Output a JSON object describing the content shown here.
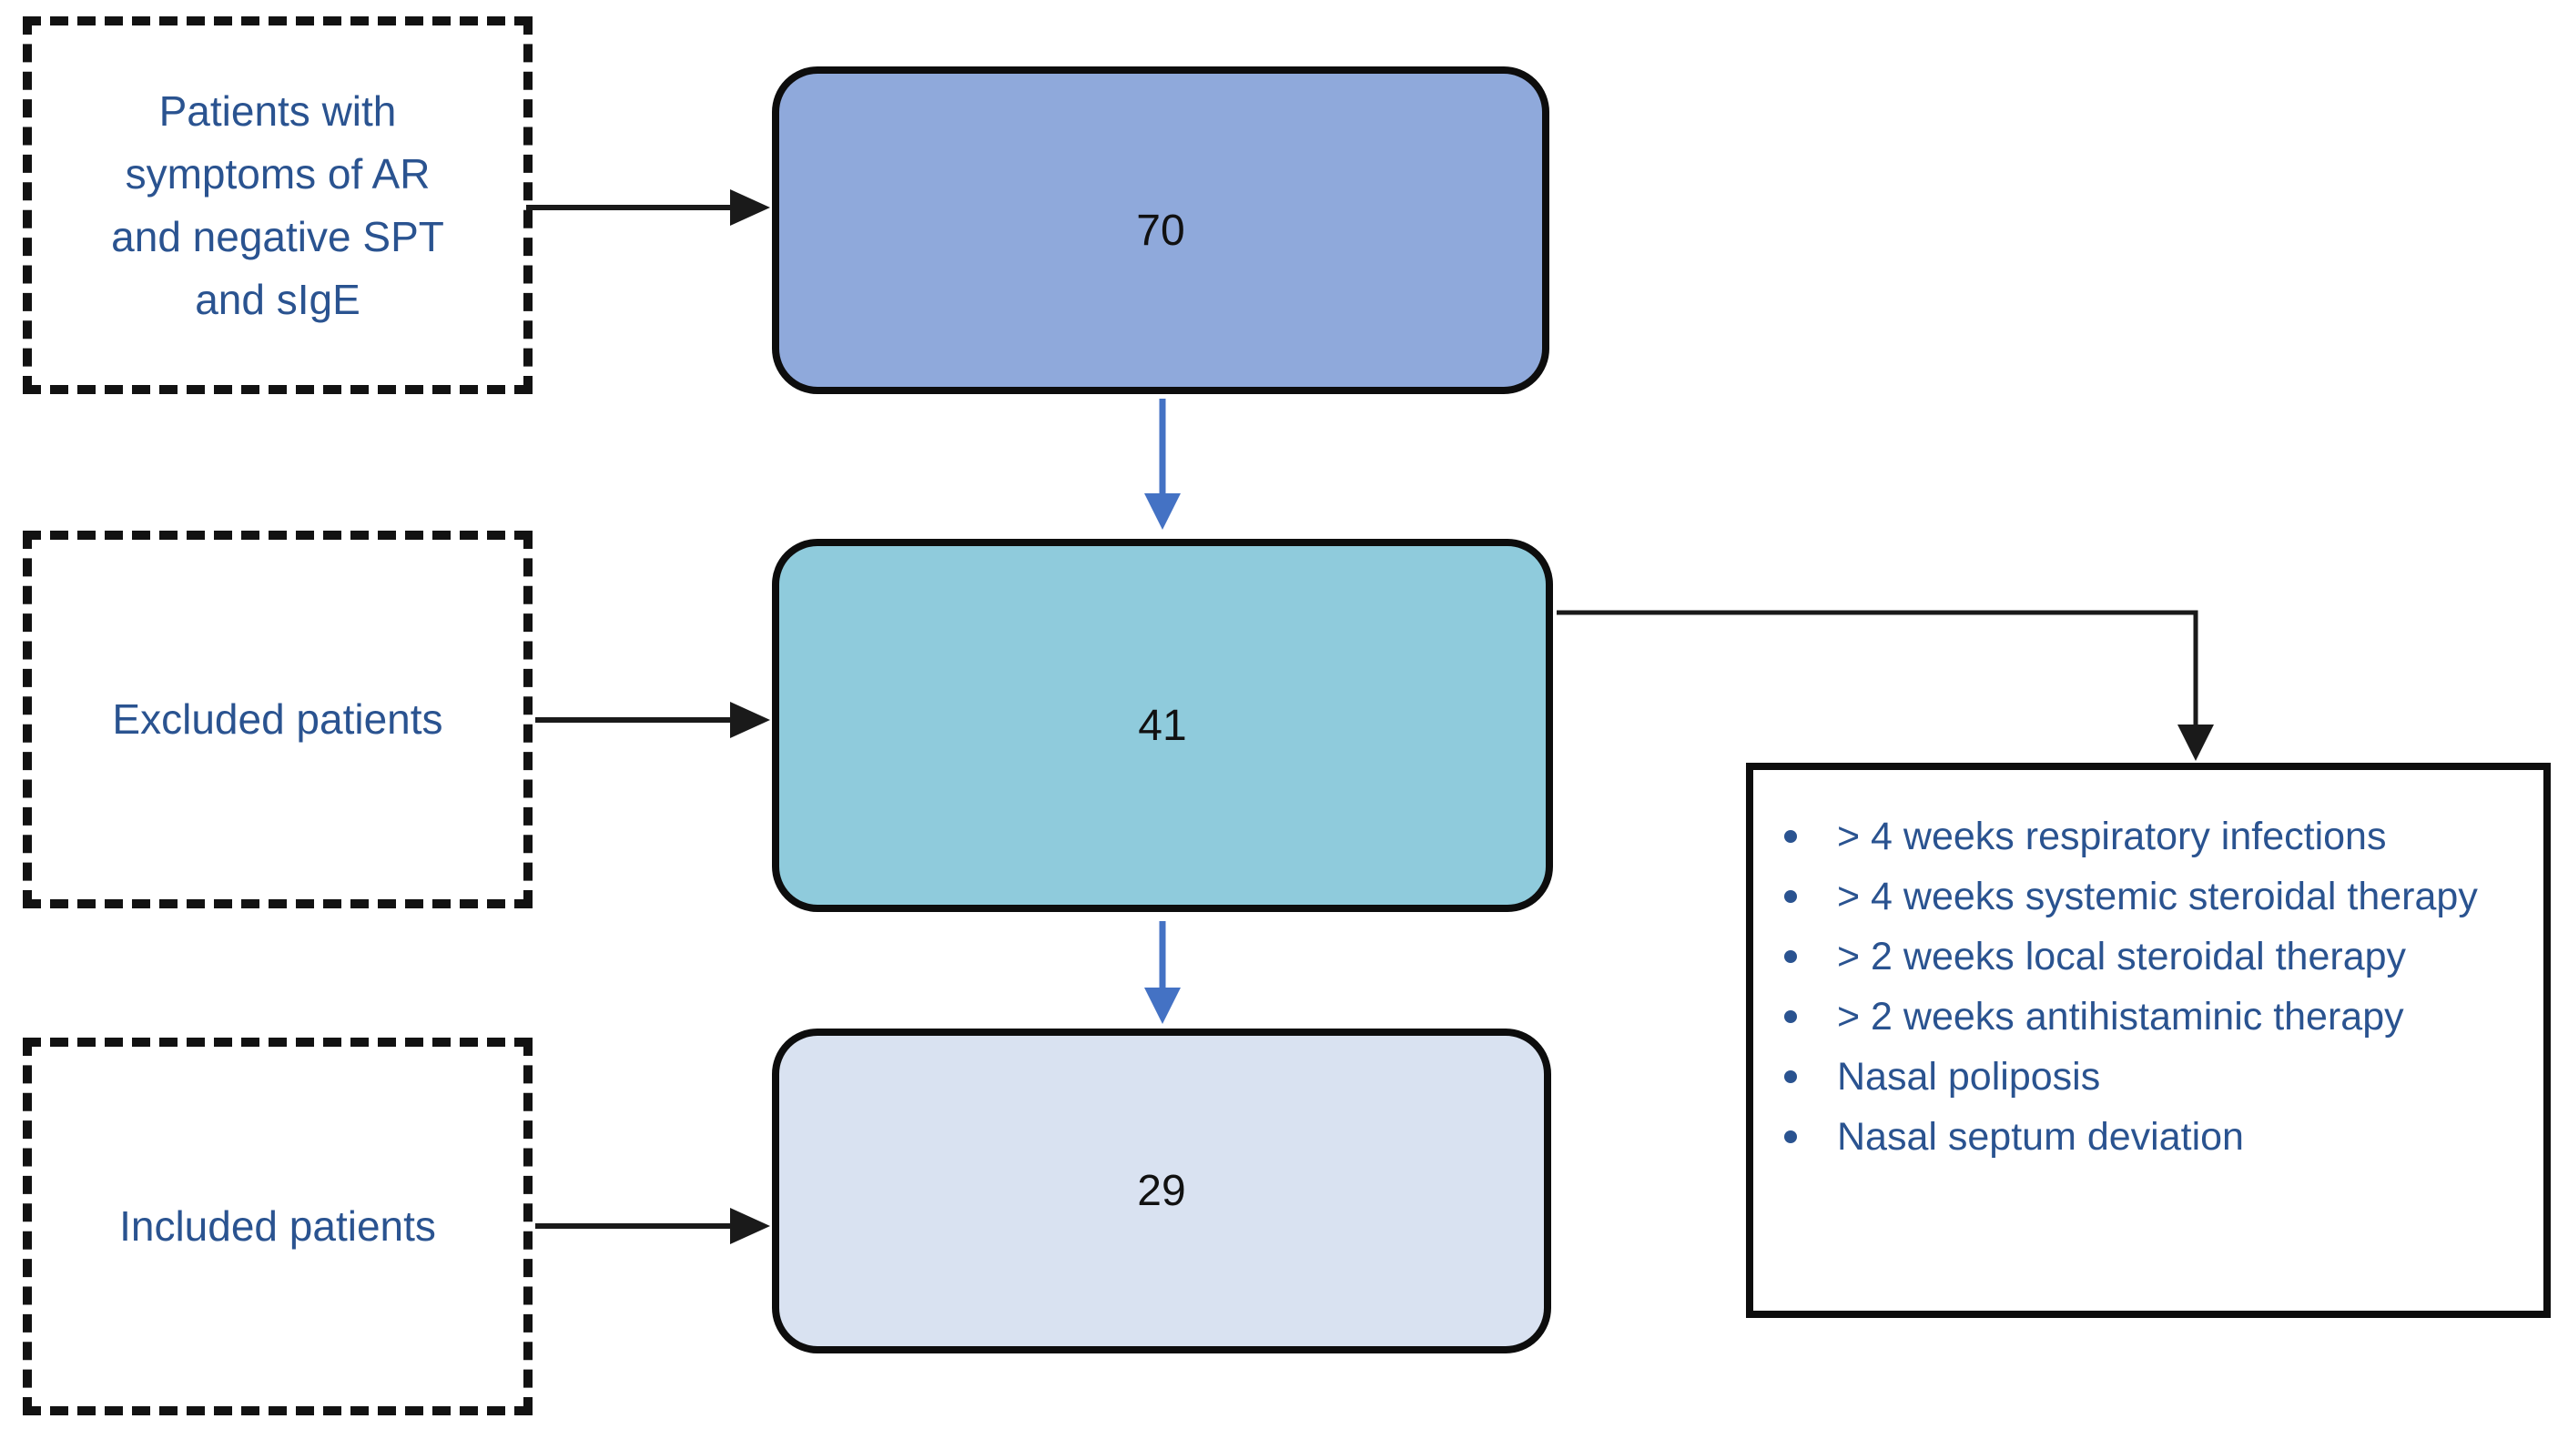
{
  "boxes": {
    "patients_label": "Patients with symptoms of AR and negative SPT and sIgE",
    "excluded_label": "Excluded patients",
    "included_label": "Included patients",
    "total_count": "70",
    "after_exclusion_count": "41",
    "included_count": "29"
  },
  "exclusion_criteria": {
    "items": [
      "> 4 weeks respiratory infections",
      "> 4 weeks systemic steroidal therapy",
      "> 2 weeks local steroidal therapy",
      "> 2 weeks antihistaminic therapy",
      "Nasal poliposis",
      "Nasal septum deviation"
    ]
  },
  "colors": {
    "top_box_fill": "#8FA9DB",
    "middle_box_fill": "#8FCBDC",
    "bottom_box_fill": "#D9E2F1",
    "label_text": "#2A5390",
    "flow_arrow_blue": "#4472C4",
    "outline_black": "#0D0D0D"
  }
}
